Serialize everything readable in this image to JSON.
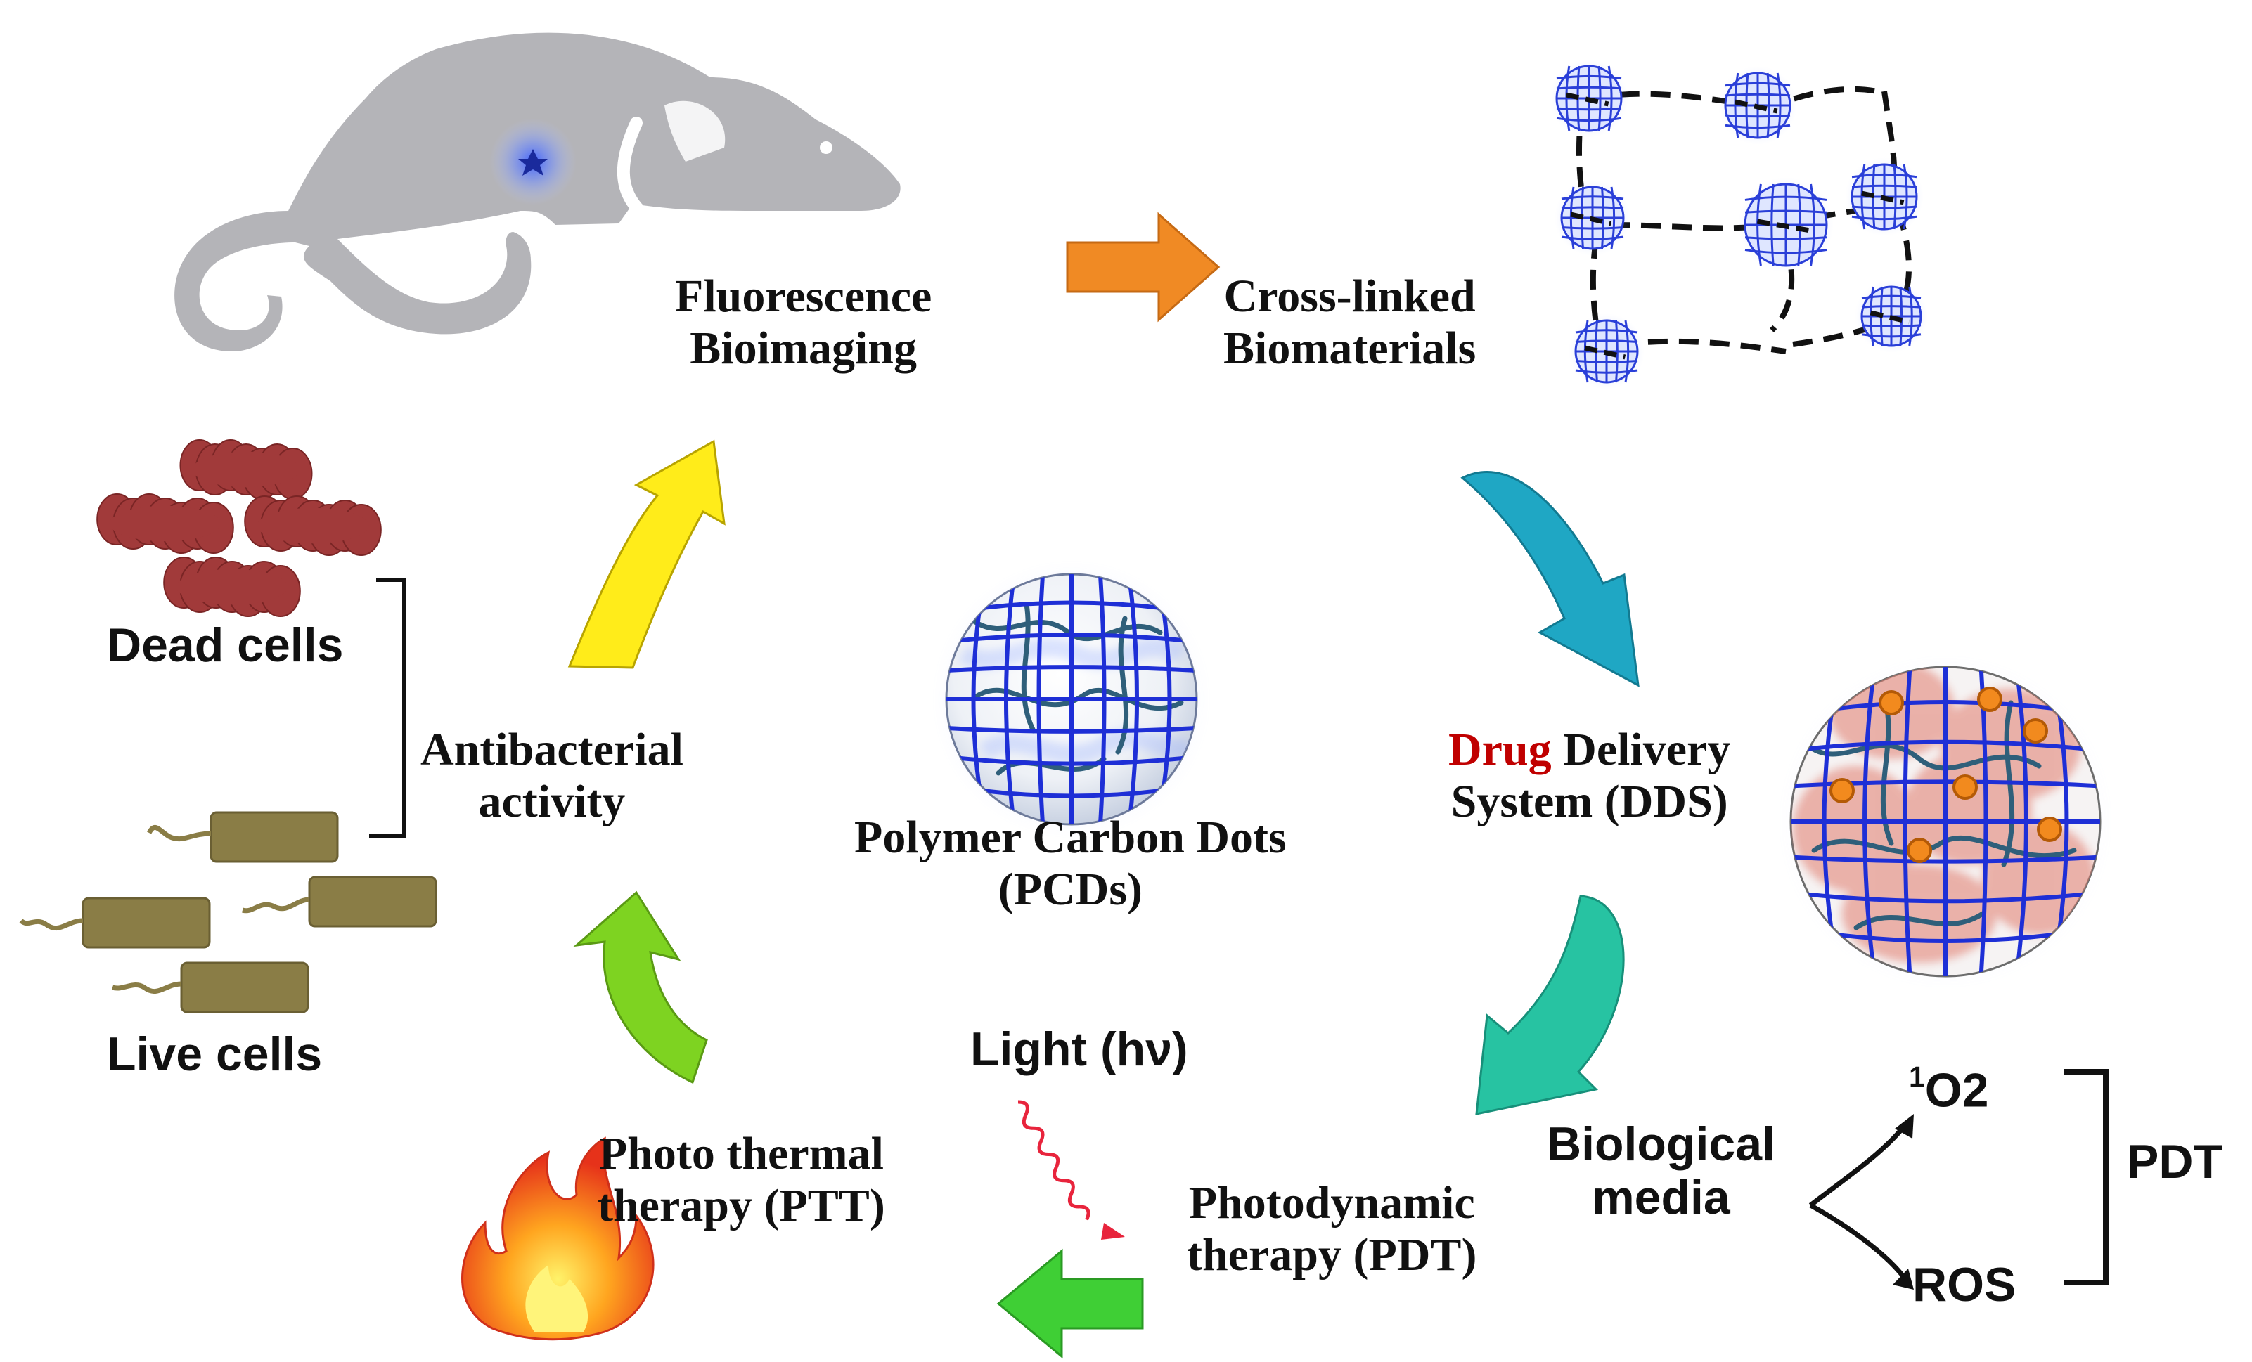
{
  "center": {
    "line1": "Polymer Carbon Dots",
    "line2": "(PCDs)"
  },
  "fluorescence": {
    "line1": "Fluorescence",
    "line2": "Bioimaging"
  },
  "crosslinked": {
    "line1": "Cross-linked",
    "line2": "Biomaterials"
  },
  "dds": {
    "drug": "Drug",
    "rest": " Delivery",
    "line2": "System (DDS)"
  },
  "biological": {
    "line1": "Biological",
    "line2": "media"
  },
  "singlet": {
    "sup": "1",
    "text": "O2"
  },
  "ros": "ROS",
  "pdt_bracket": "PDT",
  "photodynamic": {
    "line1": "Photodynamic",
    "line2": "therapy (PDT)"
  },
  "light": "Light (hν)",
  "photothermal": {
    "line1": "Photo thermal",
    "line2": "therapy (PTT)"
  },
  "antibacterial": {
    "line1": "Antibacterial",
    "line2": "activity"
  },
  "dead_cells": "Dead cells",
  "live_cells": "Live cells",
  "colors": {
    "arrow_orange": "#f08a24",
    "arrow_teal": "#1fa7c4",
    "arrow_seagreen": "#27c3a2",
    "arrow_green": "#3fcf35",
    "arrow_lime": "#7ed321",
    "arrow_yellow": "#ffec1a",
    "grid_blue": "#1e2fd6",
    "drug_red": "#c00000",
    "mouse_gray": "#b4b4b8",
    "dead_cell": "#a13a3a",
    "live_cell": "#8a7d46"
  }
}
